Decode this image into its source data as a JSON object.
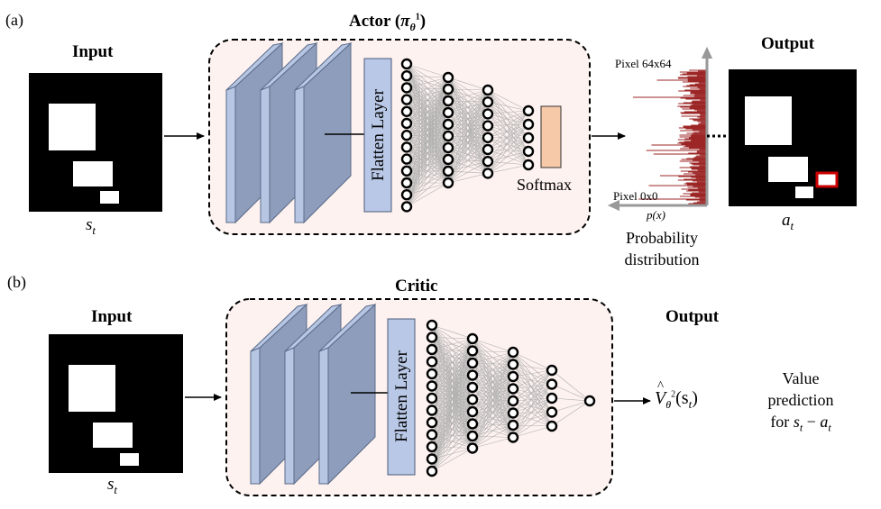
{
  "panels": {
    "a": {
      "tag": "(a)",
      "title_main": "Actor (",
      "title_symbol": "π",
      "title_sub": "θ",
      "title_sup": "1",
      "title_close": ")",
      "input_label": "Input",
      "input_var": "s",
      "input_var_sub": "t",
      "flatten_label": "Flatten Layer",
      "softmax_label": "Softmax",
      "dist_top_label": "Pixel 64x64",
      "dist_bottom_label": "Pixel 0x0",
      "dist_axis_label": "p(x)",
      "dist_caption_line1": "Probability",
      "dist_caption_line2": "distribution",
      "output_label": "Output",
      "output_var": "a",
      "output_var_sub": "t"
    },
    "b": {
      "tag": "(b)",
      "title": "Critic",
      "input_label": "Input",
      "input_var": "s",
      "input_var_sub": "t",
      "flatten_label": "Flatten Layer",
      "output_label": "Output",
      "value_symbol": "V",
      "value_sub": "θ",
      "value_sup": "2",
      "value_arg": "(s",
      "value_arg_sub": "t",
      "value_arg_close": ")",
      "value_caption_line1": "Value",
      "value_caption_line2": "prediction",
      "value_caption_line3_prefix": "for ",
      "value_caption_s": "s",
      "value_caption_s_sub": "t",
      "value_caption_minus": " − ",
      "value_caption_a": "a",
      "value_caption_a_sub": "t"
    }
  },
  "colors": {
    "block_bg": "#fdf2ef",
    "conv_front": "#8d9dbb",
    "conv_side": "#b7c6e3",
    "conv_edge": "#5a6a8a",
    "flatten_fill": "#b8c8e6",
    "softmax_fill": "#f6c9a8",
    "prob_bar": "#8b0000",
    "axis_gray": "#999999",
    "highlight": "#cc0000"
  }
}
